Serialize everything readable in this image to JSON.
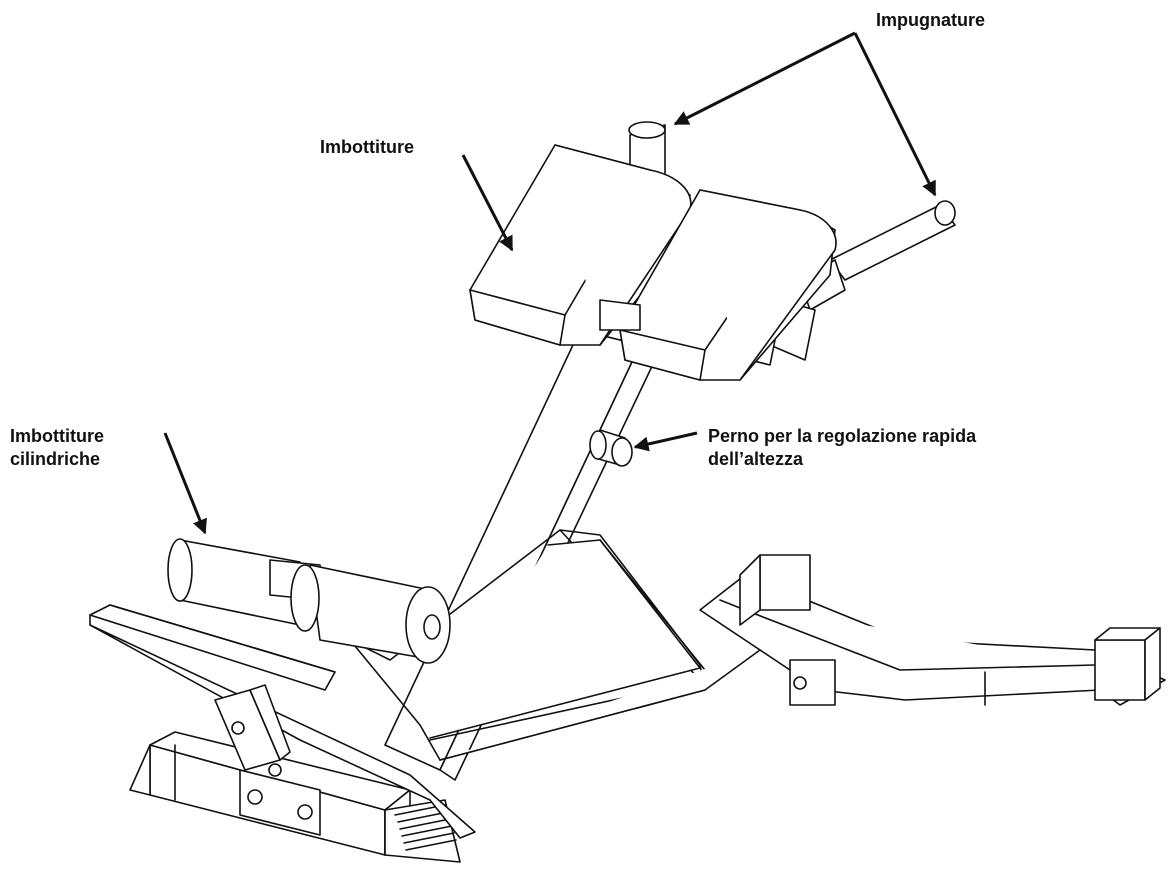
{
  "diagram": {
    "labels": {
      "impugnature": "Impugnature",
      "imbottiture": "Imbottiture",
      "imbottiture_cilindriche": {
        "line1": "Imbottiture",
        "line2": "cilindriche"
      },
      "perno": {
        "line1": "Perno per la regolazione rapida",
        "line2": "dell’altezza"
      }
    },
    "colors": {
      "ink": "#111111",
      "background": "#ffffff",
      "frame_fill": "#ffffff"
    }
  }
}
